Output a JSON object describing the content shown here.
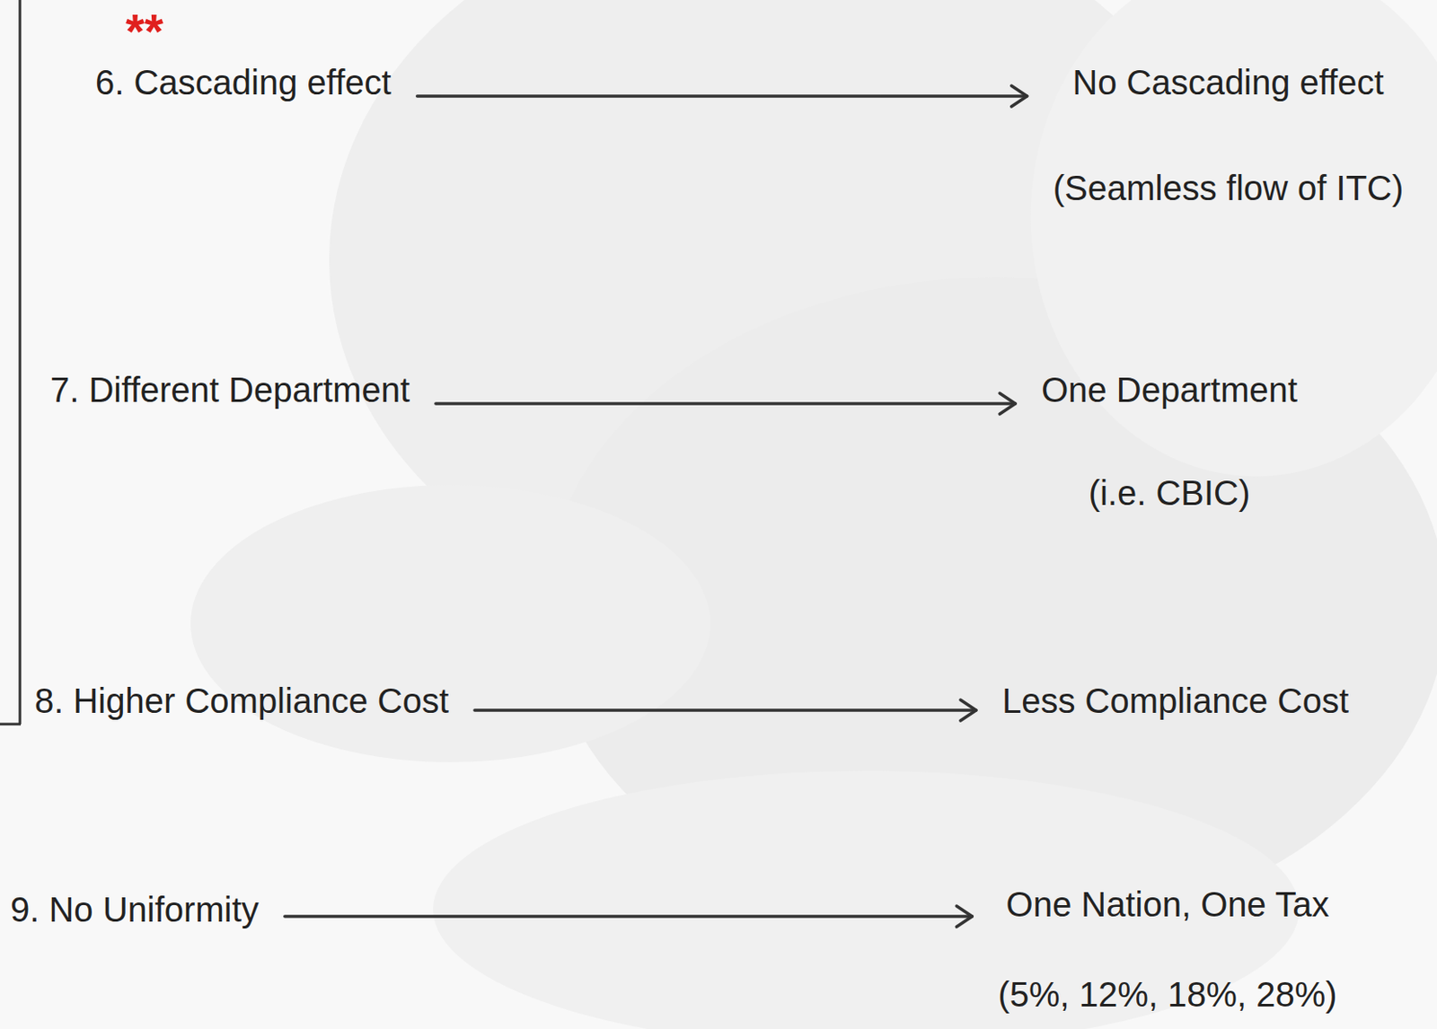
{
  "diagram": {
    "nodes": [
      {
        "text": [
          "6. Cascading effect"
        ]
      },
      {
        "text": [
          "No Cascading effect",
          "(Seamless flow of ITC)"
        ]
      },
      {
        "text": [
          "7. Different Department"
        ]
      },
      {
        "text": [
          "One Department",
          "(i.e. CBIC)"
        ]
      },
      {
        "text": [
          "8. Higher Compliance Cost"
        ]
      },
      {
        "text": [
          "Less Compliance Cost"
        ]
      },
      {
        "text": [
          "9. No Uniformity"
        ]
      },
      {
        "text": [
          "One Nation, One Tax",
          "(5%, 12%, 18%, 28%)"
        ]
      }
    ],
    "edges": [
      {
        "from": 0,
        "to": 1,
        "arrow": "to"
      },
      {
        "from": 2,
        "to": 3,
        "arrow": "to"
      },
      {
        "from": 4,
        "to": 5,
        "arrow": "to"
      },
      {
        "from": 6,
        "to": 7,
        "arrow": "to"
      }
    ],
    "labels": [
      "**"
    ]
  }
}
